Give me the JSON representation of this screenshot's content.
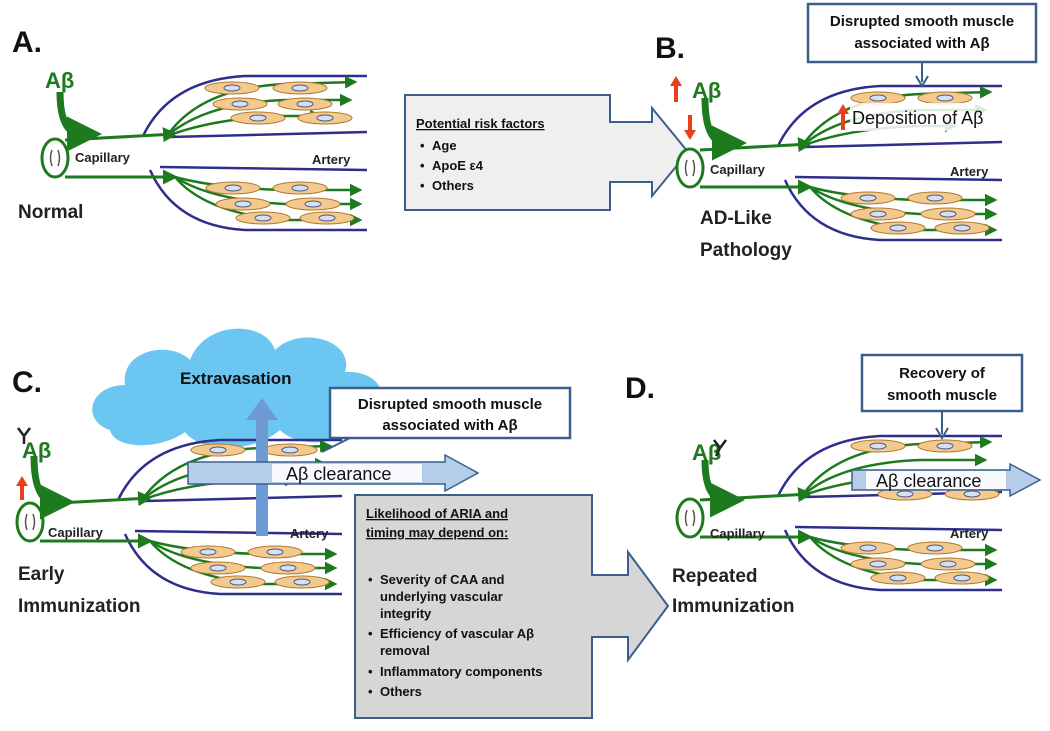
{
  "panels": {
    "a": {
      "letter": "A.",
      "abeta": "Aβ",
      "capillary": "Capillary",
      "artery": "Artery",
      "stage": "Normal"
    },
    "b": {
      "letter": "B.",
      "abeta": "Aβ",
      "capillary": "Capillary",
      "artery": "Artery",
      "stage_line1": "AD-Like",
      "stage_line2": "Pathology",
      "deposition": "Deposition of Aβ",
      "callout_line1": "Disrupted smooth muscle",
      "callout_line2": "associated with Aβ"
    },
    "c": {
      "letter": "C.",
      "abeta": "Aβ",
      "capillary": "Capillary",
      "artery": "Artery",
      "stage_line1": "Early",
      "stage_line2": "Immunization",
      "extravasation": "Extravasation",
      "clearance": "Aβ clearance",
      "callout_line1": "Disrupted smooth muscle",
      "callout_line2": "associated with Aβ"
    },
    "d": {
      "letter": "D.",
      "abeta": "Aβ",
      "capillary": "Capillary",
      "artery": "Artery",
      "stage_line1": "Repeated",
      "stage_line2": "Immunization",
      "clearance": "Aβ clearance",
      "callout_line1": "Recovery of",
      "callout_line2": "smooth muscle"
    }
  },
  "risk_box": {
    "heading": "Potential risk factors",
    "items": [
      "Age",
      "ApoE ε4",
      "Others"
    ]
  },
  "aria_box": {
    "heading_line1": "Likelihood of ARIA and",
    "heading_line2": "timing may depend on:",
    "items": [
      [
        "Severity of CAA and",
        "underlying vascular",
        "integrity"
      ],
      [
        "Efficiency of vascular Aβ",
        "removal"
      ],
      [
        "Inflammatory components"
      ],
      [
        "Others"
      ]
    ]
  },
  "colors": {
    "vessel_green": "#1e7a1e",
    "vessel_wall": "#2e2e8c",
    "muscle_cell": "#f3c98e",
    "box_border": "#3a5f8a",
    "cloud": "#6cc6f2",
    "arrow_blue": "#6f9bd4",
    "red_arrow": "#e8401c"
  }
}
